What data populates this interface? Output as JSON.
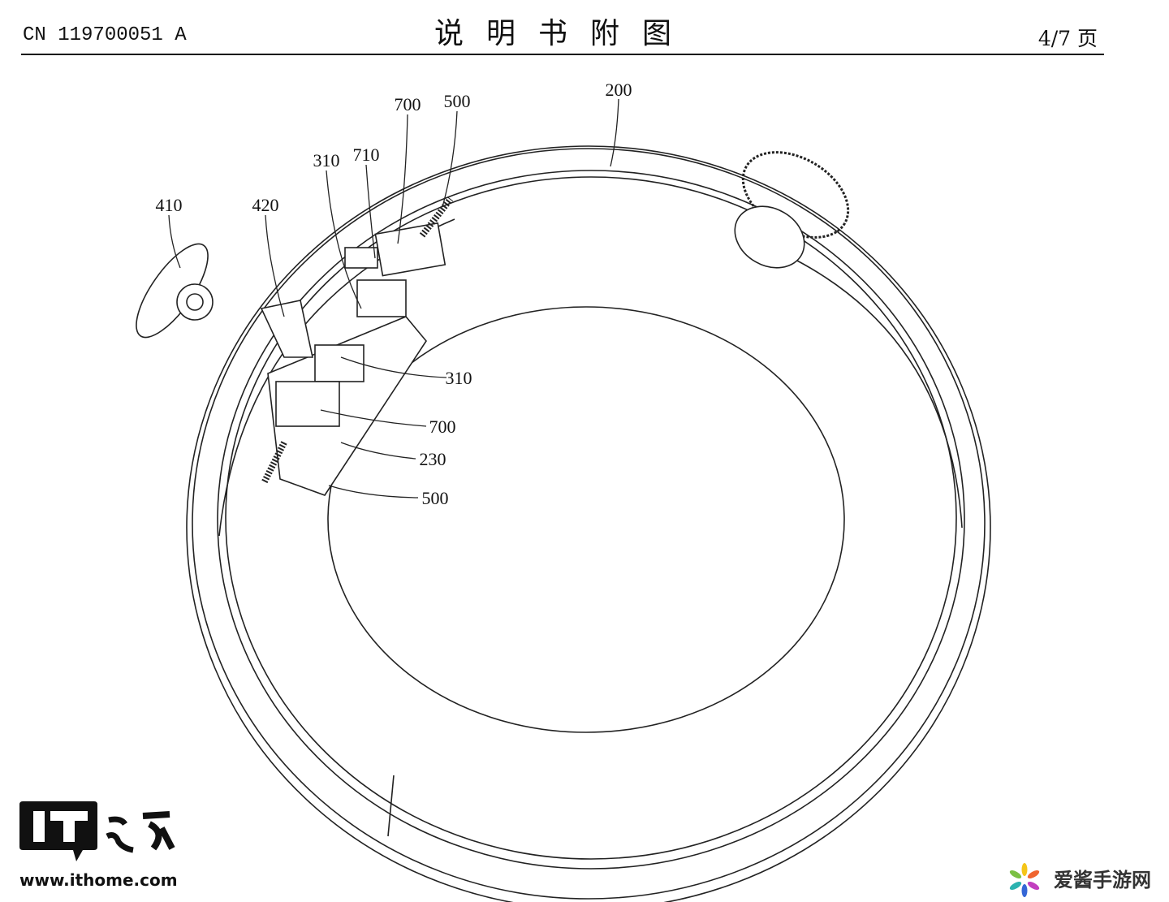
{
  "header": {
    "publication_number": "CN 119700051 A",
    "title": "说明书附图",
    "page": "4/7 页"
  },
  "labels": {
    "l200": "200",
    "l500a": "500",
    "l700a": "700",
    "l710": "710",
    "l310a": "310",
    "l410": "410",
    "l420": "420",
    "l310b": "310",
    "l700b": "700",
    "l230": "230",
    "l500b": "500"
  },
  "watermarks": {
    "ithome_logo": "IT之家",
    "ithome_url": "www.ithome.com",
    "aijiang": "爱酱手游网"
  }
}
